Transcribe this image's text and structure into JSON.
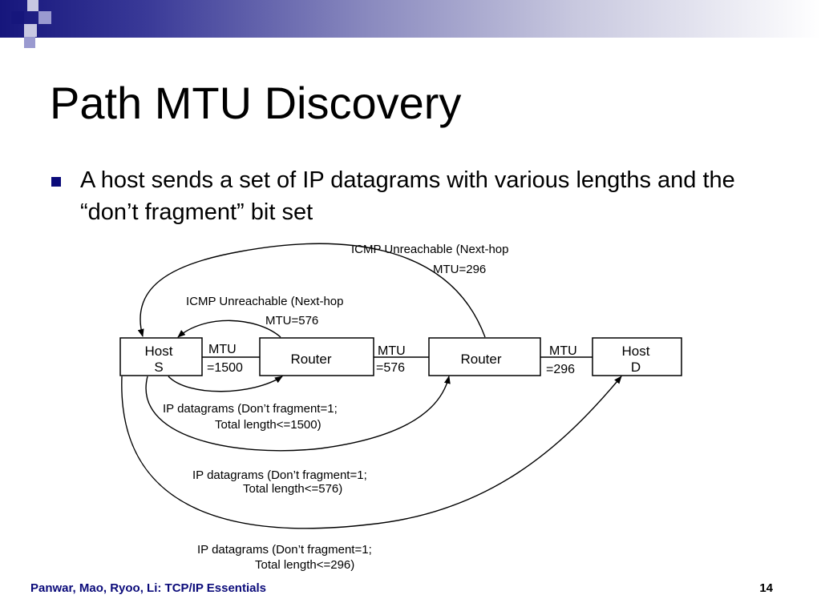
{
  "slide": {
    "title": "Path MTU Discovery",
    "bullet": "A host sends a set of IP datagrams with various lengths and the “don’t fragment” bit set",
    "footer": "Panwar, Mao, Ryoo, Li: TCP/IP Essentials",
    "page_number": "14"
  },
  "colors": {
    "accent": "#0b0b7a",
    "header_dark": "#16167c"
  },
  "diagram": {
    "nodes": {
      "host_s": [
        "Host",
        "S"
      ],
      "router1": "Router",
      "router2": "Router",
      "host_d": [
        "Host",
        "D"
      ]
    },
    "links": {
      "link1": [
        "MTU",
        "=1500"
      ],
      "link2": [
        "MTU",
        "=576"
      ],
      "link3": [
        "MTU",
        "=296"
      ]
    },
    "messages": {
      "icmp_outer": [
        "ICMP Unreachable (Next-hop",
        "MTU=296"
      ],
      "icmp_inner": [
        "ICMP Unreachable (Next-hop",
        "MTU=576"
      ],
      "dg_1500": [
        "IP datagrams  (Don’t fragment=1;",
        "Total length<=1500)"
      ],
      "dg_576": [
        "IP datagrams  (Don’t fragment=1;",
        "Total length<=576)"
      ],
      "dg_296": [
        "IP datagrams  (Don’t fragment=1;",
        "Total length<=296)"
      ]
    }
  }
}
